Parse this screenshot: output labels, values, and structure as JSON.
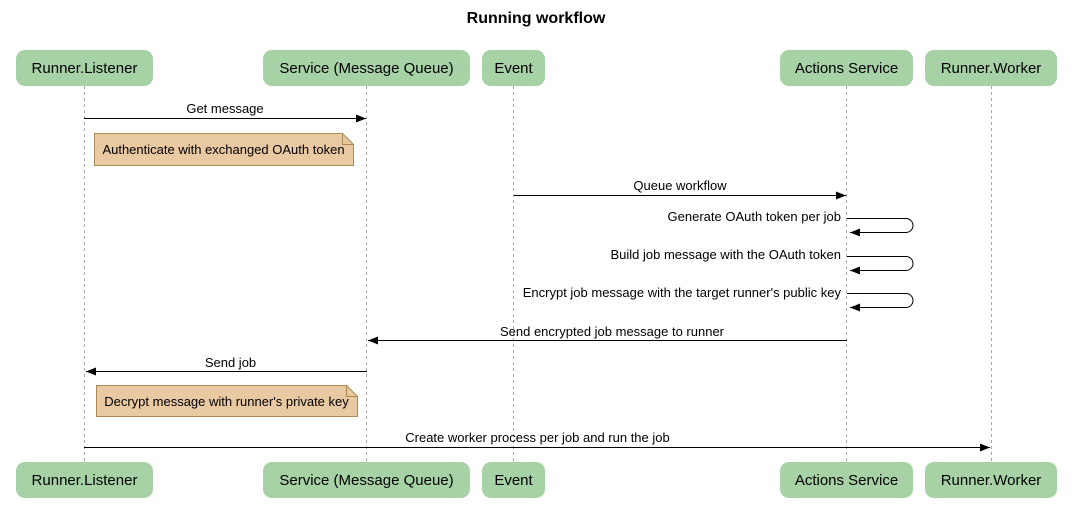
{
  "title": "Running workflow",
  "colors": {
    "actor_fill": "#a6d2a6",
    "note_fill": "#e9c9a2",
    "note_border": "#aa8a55",
    "lifeline": "#a8a8a8",
    "arrow": "#000000",
    "background": "#ffffff"
  },
  "participants": [
    {
      "label": "Runner.Listener"
    },
    {
      "label": "Service (Message Queue)"
    },
    {
      "label": "Event"
    },
    {
      "label": "Actions Service"
    },
    {
      "label": "Runner.Worker"
    }
  ],
  "messages": [
    {
      "label": "Get message",
      "from": "Runner.Listener",
      "to": "Service (Message Queue)",
      "type": "solid-arrow"
    },
    {
      "label": "Queue workflow",
      "from": "Event",
      "to": "Actions Service",
      "type": "solid-arrow"
    },
    {
      "label": "Generate OAuth token per job",
      "from": "Actions Service",
      "to": "Actions Service",
      "type": "self-loop"
    },
    {
      "label": "Build job message with the OAuth token",
      "from": "Actions Service",
      "to": "Actions Service",
      "type": "self-loop"
    },
    {
      "label": "Encrypt job message with the target runner's public key",
      "from": "Actions Service",
      "to": "Actions Service",
      "type": "self-loop"
    },
    {
      "label": "Send encrypted job message to runner",
      "from": "Actions Service",
      "to": "Service (Message Queue)",
      "type": "solid-arrow"
    },
    {
      "label": "Send job",
      "from": "Service (Message Queue)",
      "to": "Runner.Listener",
      "type": "solid-arrow"
    },
    {
      "label": "Create worker process per job and run the job",
      "from": "Runner.Listener",
      "to": "Runner.Worker",
      "type": "solid-arrow"
    }
  ],
  "notes": [
    {
      "label": "Authenticate with exchanged OAuth token"
    },
    {
      "label": "Decrypt message with runner's private key"
    }
  ]
}
